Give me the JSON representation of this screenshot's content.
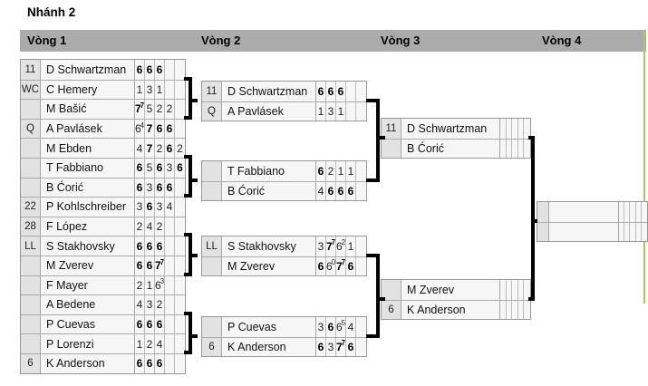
{
  "title": "Nhánh 2",
  "round_headers": [
    "Vòng 1",
    "Vòng 2",
    "Vòng 3",
    "Vòng 4"
  ],
  "bracket": {
    "round1": [
      {
        "seed": "11",
        "name": "D Schwartzman",
        "scores": [
          {
            "v": "6",
            "b": 1
          },
          {
            "v": "6",
            "b": 1
          },
          {
            "v": "6",
            "b": 1
          },
          null,
          null
        ]
      },
      {
        "seed": "WC",
        "name": "C Hemery",
        "scores": [
          {
            "v": "1"
          },
          {
            "v": "3"
          },
          {
            "v": "1"
          },
          null,
          null
        ]
      },
      {
        "seed": "",
        "name": "M Bašić",
        "scores": [
          {
            "v": "7",
            "s": "7",
            "b": 1
          },
          {
            "v": "5"
          },
          {
            "v": "2"
          },
          {
            "v": "2"
          },
          null
        ]
      },
      {
        "seed": "Q",
        "name": "A Pavlásek",
        "scores": [
          {
            "v": "6",
            "s": "4"
          },
          {
            "v": "7",
            "b": 1
          },
          {
            "v": "6",
            "b": 1
          },
          {
            "v": "6",
            "b": 1
          },
          null
        ]
      },
      {
        "seed": "",
        "name": "M Ebden",
        "scores": [
          {
            "v": "4"
          },
          {
            "v": "7",
            "b": 1
          },
          {
            "v": "2"
          },
          {
            "v": "6",
            "b": 1
          },
          {
            "v": "2"
          }
        ]
      },
      {
        "seed": "",
        "name": "T Fabbiano",
        "scores": [
          {
            "v": "6",
            "b": 1
          },
          {
            "v": "5"
          },
          {
            "v": "6",
            "b": 1
          },
          {
            "v": "3"
          },
          {
            "v": "6",
            "b": 1
          }
        ]
      },
      {
        "seed": "",
        "name": "B Ćorić",
        "scores": [
          {
            "v": "6",
            "b": 1
          },
          {
            "v": "3"
          },
          {
            "v": "6",
            "b": 1
          },
          {
            "v": "6",
            "b": 1
          },
          null
        ]
      },
      {
        "seed": "22",
        "name": "P Kohlschreiber",
        "scores": [
          {
            "v": "3"
          },
          {
            "v": "6",
            "b": 1
          },
          {
            "v": "3"
          },
          {
            "v": "4"
          },
          null
        ]
      },
      {
        "seed": "28",
        "name": "F López",
        "scores": [
          {
            "v": "2"
          },
          {
            "v": "4"
          },
          {
            "v": "2"
          },
          null,
          null
        ]
      },
      {
        "seed": "LL",
        "name": "S Stakhovsky",
        "scores": [
          {
            "v": "6",
            "b": 1
          },
          {
            "v": "6",
            "b": 1
          },
          {
            "v": "6",
            "b": 1
          },
          null,
          null
        ]
      },
      {
        "seed": "",
        "name": "M Zverev",
        "scores": [
          {
            "v": "6",
            "b": 1
          },
          {
            "v": "6",
            "b": 1
          },
          {
            "v": "7",
            "s": "7",
            "b": 1
          },
          null,
          null
        ]
      },
      {
        "seed": "",
        "name": "F Mayer",
        "scores": [
          {
            "v": "2"
          },
          {
            "v": "1"
          },
          {
            "v": "6",
            "s": "3"
          },
          null,
          null
        ]
      },
      {
        "seed": "",
        "name": "A Bedene",
        "scores": [
          {
            "v": "4"
          },
          {
            "v": "3"
          },
          {
            "v": "2"
          },
          null,
          null
        ]
      },
      {
        "seed": "",
        "name": "P Cuevas",
        "scores": [
          {
            "v": "6",
            "b": 1
          },
          {
            "v": "6",
            "b": 1
          },
          {
            "v": "6",
            "b": 1
          },
          null,
          null
        ]
      },
      {
        "seed": "",
        "name": "P Lorenzi",
        "scores": [
          {
            "v": "1"
          },
          {
            "v": "2"
          },
          {
            "v": "4"
          },
          null,
          null
        ]
      },
      {
        "seed": "6",
        "name": "K Anderson",
        "scores": [
          {
            "v": "6",
            "b": 1
          },
          {
            "v": "6",
            "b": 1
          },
          {
            "v": "6",
            "b": 1
          },
          null,
          null
        ]
      }
    ],
    "round2": [
      [
        {
          "seed": "11",
          "name": "D Schwartzman",
          "scores": [
            {
              "v": "6",
              "b": 1
            },
            {
              "v": "6",
              "b": 1
            },
            {
              "v": "6",
              "b": 1
            },
            null,
            null
          ]
        },
        {
          "seed": "Q",
          "name": "A Pavlásek",
          "scores": [
            {
              "v": "1"
            },
            {
              "v": "3"
            },
            {
              "v": "1"
            },
            null,
            null
          ]
        }
      ],
      [
        {
          "seed": "",
          "name": "T Fabbiano",
          "scores": [
            {
              "v": "6",
              "b": 1
            },
            {
              "v": "2"
            },
            {
              "v": "1"
            },
            {
              "v": "1"
            },
            null
          ]
        },
        {
          "seed": "",
          "name": "B Ćorić",
          "scores": [
            {
              "v": "4"
            },
            {
              "v": "6",
              "b": 1
            },
            {
              "v": "6",
              "b": 1
            },
            {
              "v": "6",
              "b": 1
            },
            null
          ]
        }
      ],
      [
        {
          "seed": "LL",
          "name": "S Stakhovsky",
          "scores": [
            {
              "v": "3"
            },
            {
              "v": "7",
              "s": "7",
              "b": 1
            },
            {
              "v": "6",
              "s": "2"
            },
            {
              "v": "1"
            },
            null
          ]
        },
        {
          "seed": "",
          "name": "M Zverev",
          "scores": [
            {
              "v": "6",
              "b": 1
            },
            {
              "v": "6",
              "s": "0"
            },
            {
              "v": "7",
              "s": "7",
              "b": 1
            },
            {
              "v": "6",
              "b": 1
            },
            null
          ]
        }
      ],
      [
        {
          "seed": "",
          "name": "P Cuevas",
          "scores": [
            {
              "v": "3"
            },
            {
              "v": "6",
              "b": 1
            },
            {
              "v": "6",
              "s": "5"
            },
            {
              "v": "4"
            },
            null
          ]
        },
        {
          "seed": "6",
          "name": "K Anderson",
          "scores": [
            {
              "v": "6",
              "b": 1
            },
            {
              "v": "3"
            },
            {
              "v": "7",
              "s": "7",
              "b": 1
            },
            {
              "v": "6",
              "b": 1
            },
            null
          ]
        }
      ]
    ],
    "round3": [
      [
        {
          "seed": "11",
          "name": "D Schwartzman",
          "scores": [
            null,
            null,
            null,
            null,
            null
          ]
        },
        {
          "seed": "",
          "name": "B Ćorić",
          "scores": [
            null,
            null,
            null,
            null,
            null
          ]
        }
      ],
      [
        {
          "seed": "",
          "name": "M Zverev",
          "scores": [
            null,
            null,
            null,
            null,
            null
          ]
        },
        {
          "seed": "6",
          "name": "K Anderson",
          "scores": [
            null,
            null,
            null,
            null,
            null
          ]
        }
      ]
    ],
    "round4": [
      [
        {
          "seed": "",
          "name": "",
          "scores": [
            null,
            null,
            null,
            null,
            null
          ]
        },
        {
          "seed": "",
          "name": "",
          "scores": [
            null,
            null,
            null,
            null,
            null
          ]
        }
      ]
    ]
  }
}
